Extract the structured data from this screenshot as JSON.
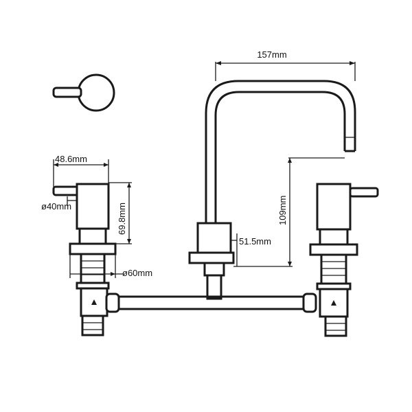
{
  "diagram": {
    "dimensions": {
      "spout_reach": "157mm",
      "handle_offset": "48.6mm",
      "handle_diameter": "ø40mm",
      "handle_height": "69.8mm",
      "base_diameter": "ø60mm",
      "spout_base": "51.5mm",
      "spout_height": "109mm"
    },
    "colors": {
      "line": "#1a1a1a",
      "background": "#ffffff"
    }
  }
}
